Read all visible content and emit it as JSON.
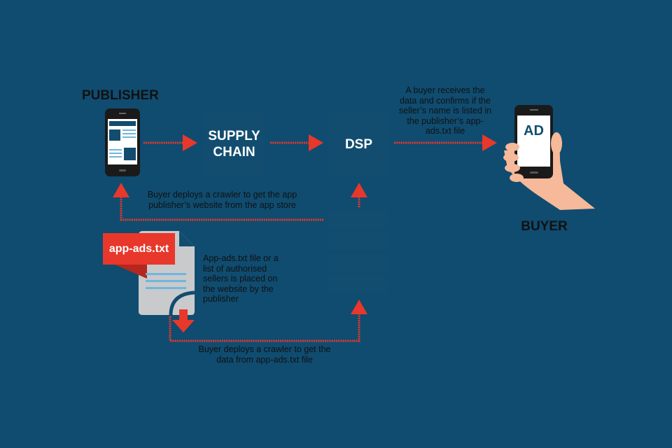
{
  "publisher": {
    "label": "PUBLISHER"
  },
  "buyer": {
    "label": "BUYER",
    "ad_label": "AD"
  },
  "boxes": {
    "supply_chain": "SUPPLY CHAIN",
    "dsp": "DSP"
  },
  "file_tag": "app-ads.txt",
  "notes": {
    "crawler_app_store": "Buyer deploys a crawler to get the app publisher’s website from the app store",
    "file_placed": "App-ads.txt file or a list of authorised sellers is placed on the website by the publisher",
    "crawler_data": "Buyer deploys a crawler to get the data from app-ads.txt file",
    "buyer_confirms": "A buyer receives the data and confirms if the seller’s name is listed in the publisher’s app-ads.txt file"
  },
  "colors": {
    "frame": "#0f4c70",
    "box": "#124d70",
    "arrow": "#e8372b",
    "skin": "#f6b999"
  }
}
